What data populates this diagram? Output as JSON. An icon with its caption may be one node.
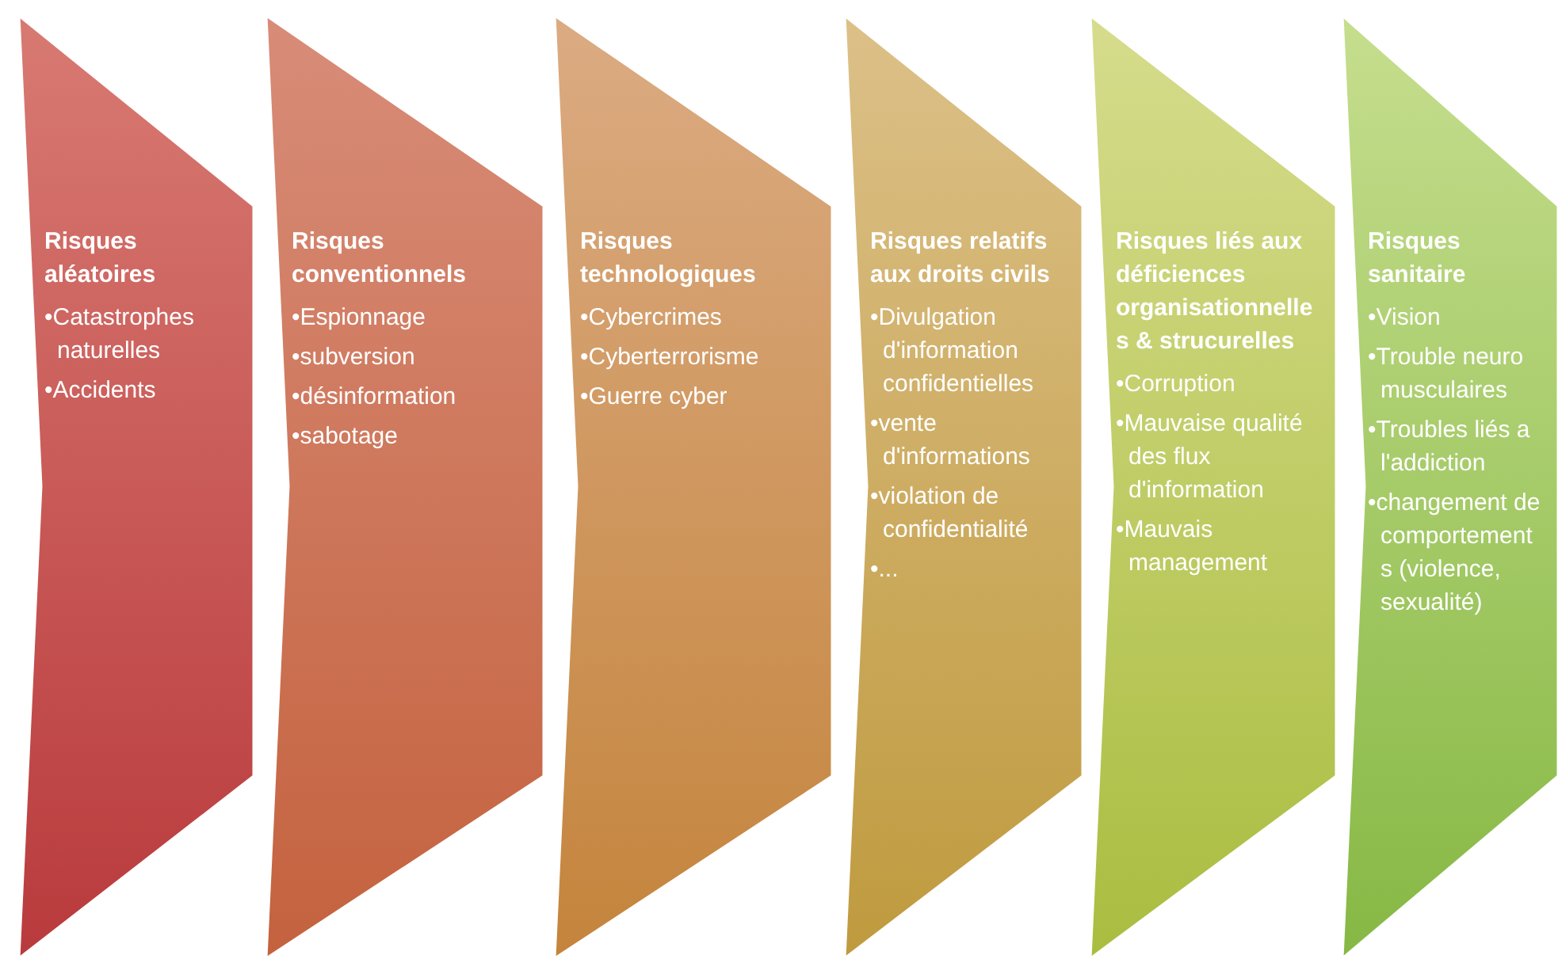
{
  "diagram": {
    "nodes": [
      {
        "text": [
          "Risques aléatoires",
          "•Catastrophes naturelles",
          "•Accidents"
        ]
      },
      {
        "text": [
          "Risques conventionnels",
          "•Espionnage",
          "•subversion",
          "•désinformation",
          "•sabotage"
        ]
      },
      {
        "text": [
          "Risques technologiques",
          "•Cybercrimes",
          "•Cyberterrorisme",
          "•Guerre cyber"
        ]
      },
      {
        "text": [
          "Risques relatifs aux droits civils",
          "•Divulgation d'information confidentielles",
          "•vente d'informations",
          "•violation de confidentialité",
          "•..."
        ]
      },
      {
        "text": [
          "Risques liés aux déficiences organisationnelles & strucurelles",
          "•Corruption",
          "•Mauvaise qualité des flux d'information",
          "•Mauvais management"
        ]
      },
      {
        "text": [
          "Risques sanitaire",
          "•Vision",
          "•Trouble neuro musculaires",
          "•Troubles liés a l'addiction",
          "•changement de comportements (violence, sexualité)"
        ]
      }
    ]
  }
}
